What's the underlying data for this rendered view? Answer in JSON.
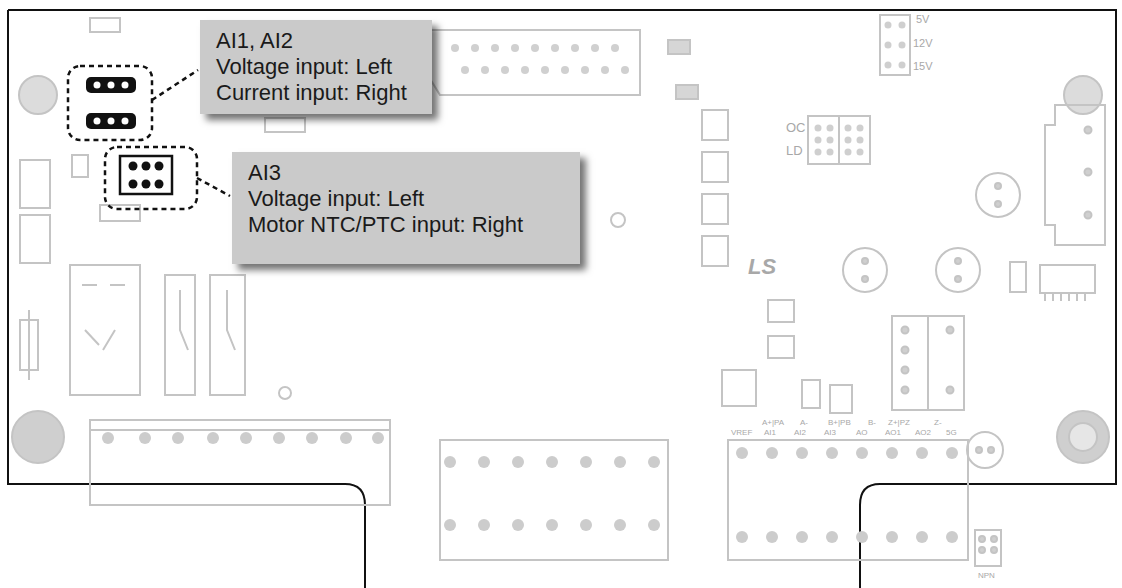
{
  "diagram": {
    "nodes": [
      {
        "text": [
          "AI1, AI2",
          "Voltage input: Left",
          "Current input: Right"
        ]
      },
      {
        "text": [
          "AI3",
          "Voltage input: Left",
          "Motor NTC/PTC input: Right"
        ]
      }
    ],
    "labels": [
      "5V",
      "12V",
      "15V",
      "OC",
      "LD",
      "LS",
      "A+|PA",
      "A-",
      "B+|PB",
      "B-",
      "Z+|PZ",
      "Z-",
      "VREF",
      "AI1",
      "AI2",
      "AI3",
      "AO",
      "AO1",
      "AO2",
      "5G",
      "NPN"
    ]
  }
}
